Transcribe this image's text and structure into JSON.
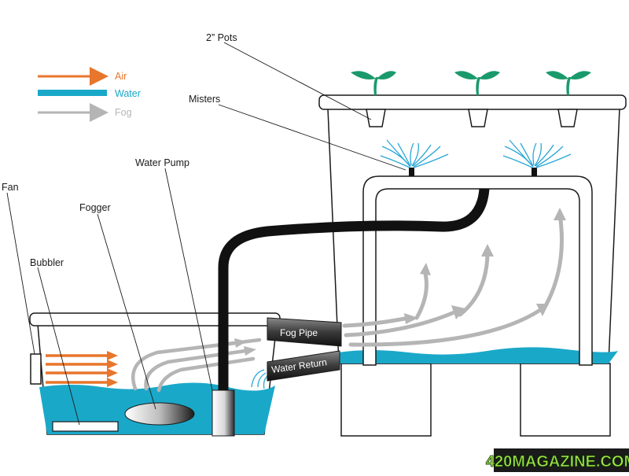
{
  "legend": {
    "air": {
      "label": "Air",
      "color": "#e8762c"
    },
    "water": {
      "label": "Water",
      "color": "#1aa8c9"
    },
    "fog": {
      "label": "Fog",
      "color": "#b5b5b5"
    }
  },
  "labels": {
    "pots": "2” Pots",
    "misters": "Misters",
    "water_pump": "Water Pump",
    "fogger": "Fogger",
    "fan": "Fan",
    "bubbler": "Bubbler",
    "fog_pipe": "Fog Pipe",
    "water_return": "Water Return"
  },
  "watermark": "420MAGAZINE.COM",
  "colors": {
    "outline": "#1a1a1a",
    "water": "#1aa8c9",
    "air": "#e8762c",
    "fog": "#b5b5b5",
    "plant": "#1a9a6c",
    "hose": "#111111",
    "pipe": "#3a3a3a",
    "mist": "#2aa6d6"
  }
}
